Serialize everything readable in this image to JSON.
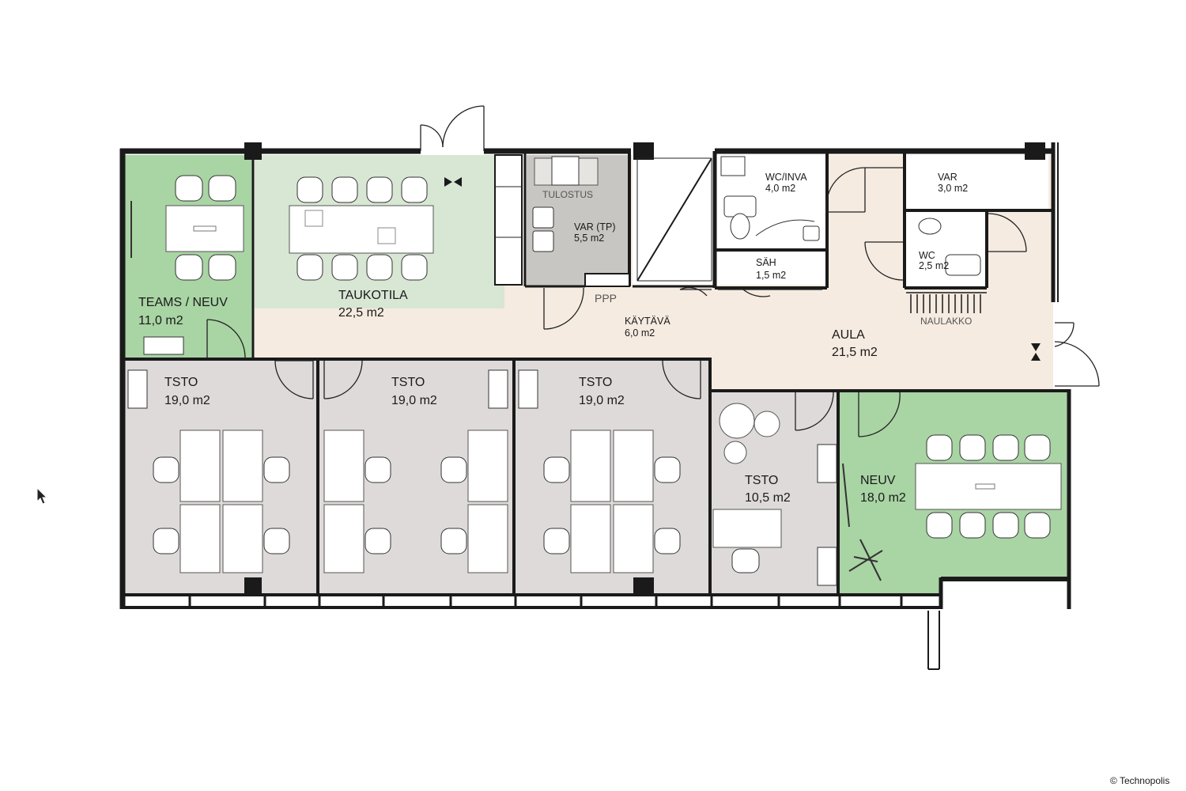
{
  "colors": {
    "meeting_green": "#a9d4a4",
    "break_green": "#d8e6d4",
    "office_gray": "#dedad9",
    "lobby_beige": "#f5ebe0",
    "utility_gray": "#c8c6c2",
    "wall": "#1a1a1a"
  },
  "rooms": [
    {
      "id": "teams",
      "name": "TEAMS / NEUV",
      "area": "11,0 m2"
    },
    {
      "id": "taukotila",
      "name": "TAUKOTILA",
      "area": "22,5 m2"
    },
    {
      "id": "var_tp",
      "name": "VAR (TP)",
      "area": "5,5 m2"
    },
    {
      "id": "wc_inva",
      "name": "WC/INVA",
      "area": "4,0 m2"
    },
    {
      "id": "sah",
      "name": "SÄH",
      "area": "1,5 m2"
    },
    {
      "id": "var",
      "name": "VAR",
      "area": "3,0 m2"
    },
    {
      "id": "wc",
      "name": "WC",
      "area": "2,5 m2"
    },
    {
      "id": "kaytava",
      "name": "KÄYTÄVÄ",
      "area": "6,0 m2"
    },
    {
      "id": "aula",
      "name": "AULA",
      "area": "21,5 m2"
    },
    {
      "id": "tsto1",
      "name": "TSTO",
      "area": "19,0 m2"
    },
    {
      "id": "tsto2",
      "name": "TSTO",
      "area": "19,0 m2"
    },
    {
      "id": "tsto3",
      "name": "TSTO",
      "area": "19,0 m2"
    },
    {
      "id": "tsto4",
      "name": "TSTO",
      "area": "10,5 m2"
    },
    {
      "id": "neuv",
      "name": "NEUV",
      "area": "18,0 m2"
    }
  ],
  "annotations": {
    "tulostus": "TULOSTUS",
    "ppp": "PPP",
    "naulakko": "NAULAKKO"
  },
  "copyright": "© Technopolis"
}
